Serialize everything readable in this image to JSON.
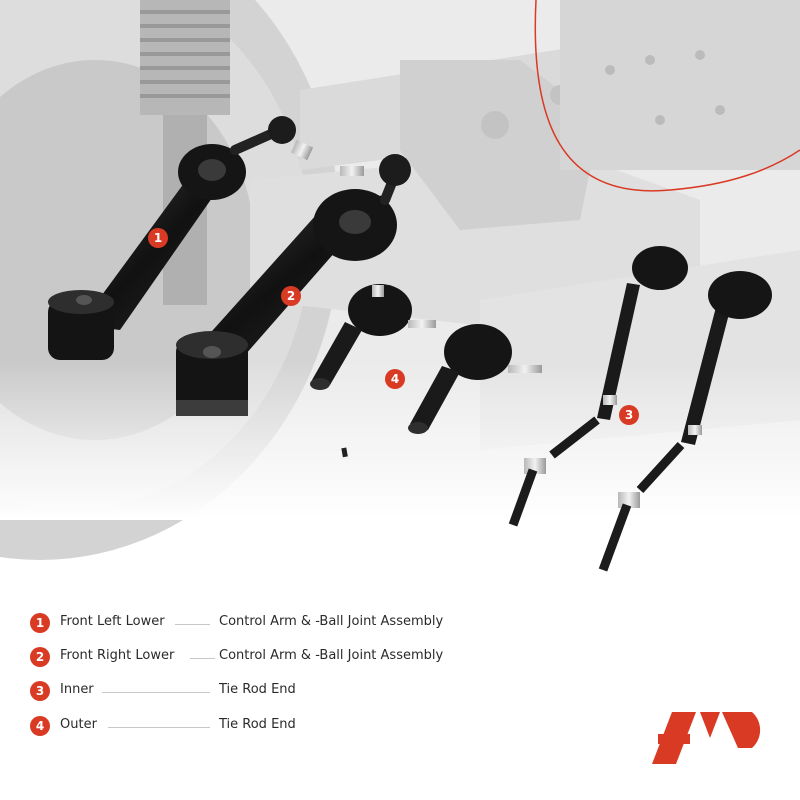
{
  "colors": {
    "accent": "#d93a24",
    "text": "#2a2a2a",
    "leader": "#c8c8c8",
    "parts": "#1b1b1b"
  },
  "callouts": [
    {
      "number": "1",
      "part": "front-left-lower-control-arm"
    },
    {
      "number": "2",
      "part": "front-right-lower-control-arm"
    },
    {
      "number": "3",
      "part": "inner-tie-rod-ends"
    },
    {
      "number": "4",
      "part": "outer-tie-rod-ends"
    }
  ],
  "legend": [
    {
      "number": "1",
      "name": "Front Left Lower",
      "description": "Control Arm & -Ball Joint Assembly"
    },
    {
      "number": "2",
      "name": "Front Right Lower",
      "description": "Control Arm & -Ball Joint Assembly"
    },
    {
      "number": "3",
      "name": "Inner",
      "description": "Tie Rod End"
    },
    {
      "number": "4",
      "name": "Outer",
      "description": "Tie Rod End"
    }
  ],
  "logo": {
    "icon": "ap-brand-logo"
  }
}
